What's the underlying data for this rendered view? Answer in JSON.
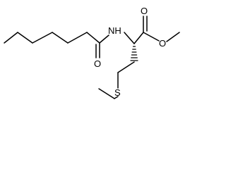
{
  "structure": {
    "atoms": {
      "nitrogen": "NH",
      "amide_oxygen": "O",
      "ester_carbonyl_oxygen": "O",
      "ester_ether_oxygen": "O",
      "sulfur": "S"
    }
  }
}
